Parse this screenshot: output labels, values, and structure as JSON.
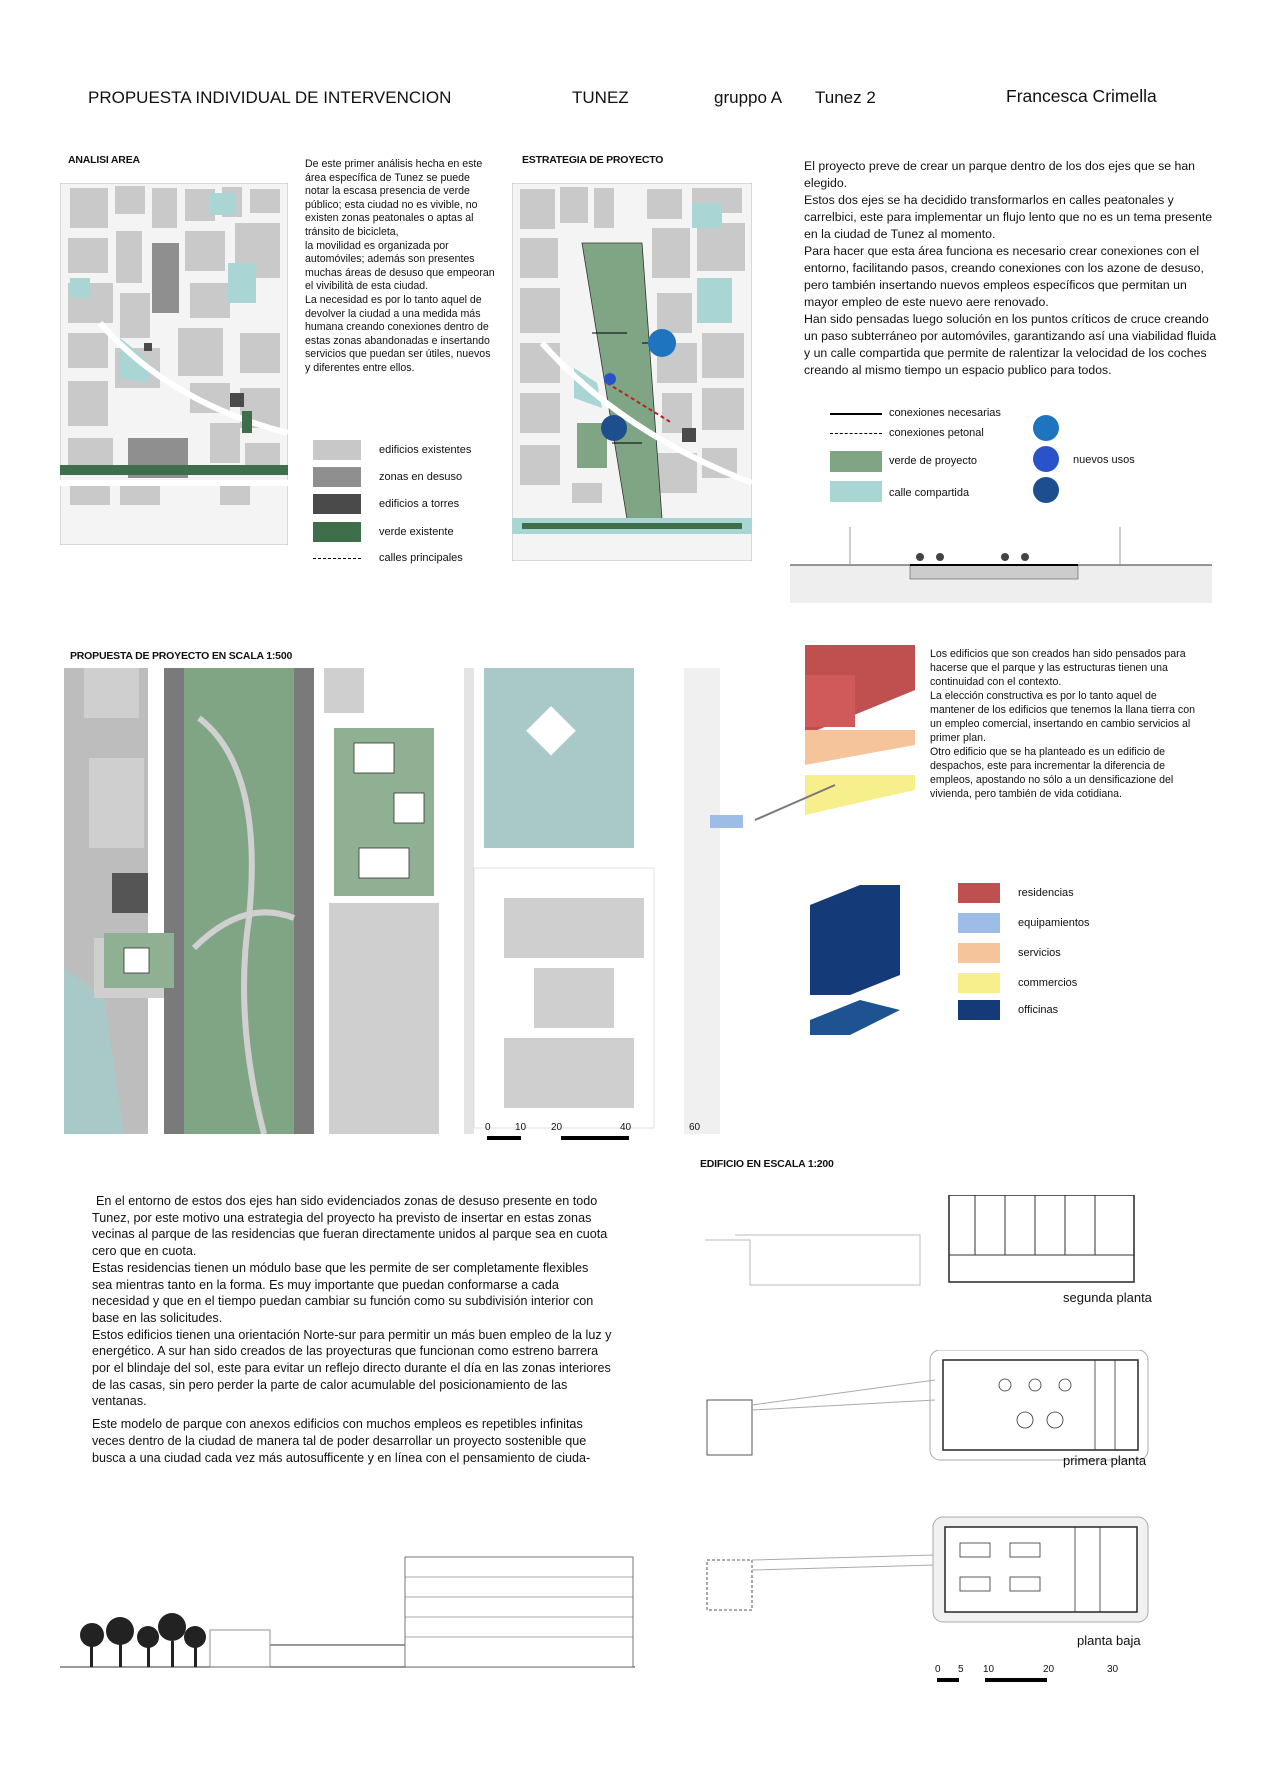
{
  "header": {
    "title": "PROPUESTA INDIVIDUAL DE INTERVENCION",
    "city": "TUNEZ",
    "group": "gruppo A",
    "project": "Tunez 2",
    "author": "Francesca Crimella"
  },
  "analisis": {
    "heading": "ANALISI AREA",
    "paragraphs": [
      "De este primer análisis hecha en este área específica de Tunez se puede notar la escasa presencia de verde público; esta ciudad no es vivible, no existen zonas peatonales o aptas al tránsito de bicicleta,",
      "la movilidad es organizada por automóviles; además son presentes muchas áreas de desuso que empeoran el vivibilità de esta ciudad.",
      "La necesidad es por lo tanto aquel de devolver la ciudad a una medida más humana creando conexiones dentro de estas zonas abandonadas e insertando servicios que puedan ser útiles, nuevos y diferentes entre ellos."
    ],
    "legend": [
      {
        "label": "edificios existentes",
        "color": "#c8c8c8"
      },
      {
        "label": "zonas en desuso",
        "color": "#8f8f8f"
      },
      {
        "label": "edificios a torres",
        "color": "#4a4a4a"
      },
      {
        "label": "verde existente",
        "color": "#3f6e4a"
      },
      {
        "label": "calles principales",
        "color": "#000000"
      }
    ]
  },
  "estrategia": {
    "heading": "ESTRATEGIA DE PROYECTO",
    "paragraphs": [
      "El proyecto preve de crear un parque dentro de los dos ejes que se han elegido.",
      "Estos dos ejes se ha decidido transformarlos en calles peatonales y carrelbici, este para implementar un flujo lento que no es un tema presente en la ciudad de Tunez al momento.",
      "Para hacer que esta área funciona es necesario crear conexiones con el entorno, facilitando pasos, creando conexiones con los azone de desuso, pero también insertando nuevos empleos específicos que permitan un mayor empleo de este nuevo aere renovado.",
      "Han sido pensadas luego solución en los puntos críticos de cruce creando un paso subterráneo por automóviles, garantizando así una viabilidad fluida y un calle compartida que permite de ralentizar la velocidad de los coches creando al mismo tiempo un espacio publico para todos."
    ],
    "legend": {
      "conexiones_necesarias": "conexiones necesarias",
      "conexiones_peatonal": "conexiones petonal",
      "verde_proyecto": "verde de proyecto",
      "calle_compartida": "calle compartida",
      "nuevos_usos": "nuevos usos"
    },
    "colors": {
      "verde": "#7fa585",
      "calle": "#a9d5d5",
      "blue1": "#1f74c0",
      "blue2": "#2a52c9",
      "blue3": "#1d4f8f"
    }
  },
  "propuesta": {
    "heading": "PROPUESTA DE PROYECTO EN SCALA 1:500",
    "scale_ticks": [
      "0",
      "10",
      "20",
      "40",
      "60"
    ],
    "paragraphs": [
      "Los edificios que son creados han sido pensados para hacerse que el parque y las estructuras tienen una continuidad con el contexto.",
      "La elección constructiva es por lo tanto aquel de mantener de los edificios que tenemos la llana tierra con un empleo comercial, insertando en cambio servicios al primer plan.",
      "Otro edificio que se ha planteado es un edificio de despachos, este para incrementar la diferencia de empleos, apostando no sólo a un densificazione del vivienda, pero también de vida cotidiana."
    ],
    "uses": [
      {
        "label": "residencias",
        "color": "#c05050"
      },
      {
        "label": "equipamientos",
        "color": "#9dbde6"
      },
      {
        "label": "servicios",
        "color": "#f6c49a"
      },
      {
        "label": "commercios",
        "color": "#f7ef8c"
      },
      {
        "label": "officinas",
        "color": "#143a78"
      }
    ]
  },
  "edificio": {
    "heading": "EDIFICIO EN ESCALA 1:200",
    "plans": [
      "segunda planta",
      "primera planta",
      "planta baja"
    ],
    "scale_ticks": [
      "0",
      "5",
      "10",
      "20",
      "30"
    ]
  },
  "descripcion": {
    "paragraphs": [
      "En el entorno de estos dos ejes han sido evidenciados zonas de desuso presente en todo Tunez, por este motivo una estrategia del proyecto ha previsto de insertar en estas zonas vecinas al parque de las residencias que fueran directamente unidos al parque sea en cuota cero que en cuota.",
      "Estas residencias tienen un módulo base que les permite de ser completamente flexibles sea mientras tanto en la forma. Es muy importante que puedan conformarse a cada necesidad y que en el tiempo puedan cambiar su función como su subdivisión interior con base en las solicitudes.",
      "Estos edificios tienen una orientación Norte-sur para permitir un más buen empleo de la luz y energético. A sur han sido creados de las proyecturas que funcionan como estreno barrera por el blindaje del sol, este para evitar un reflejo directo durante el día en las zonas interiores de las casas, sin pero perder la parte de calor acumulable del posicionamiento de las ventanas.",
      "Este modelo de parque con anexos edificios con muchos empleos es repetibles infinitas veces dentro de la ciudad de manera tal de poder desarrollar un proyecto sostenible que busca a una ciudad cada vez más autosufficente y en línea con el pensamiento de ciuda-"
    ]
  }
}
